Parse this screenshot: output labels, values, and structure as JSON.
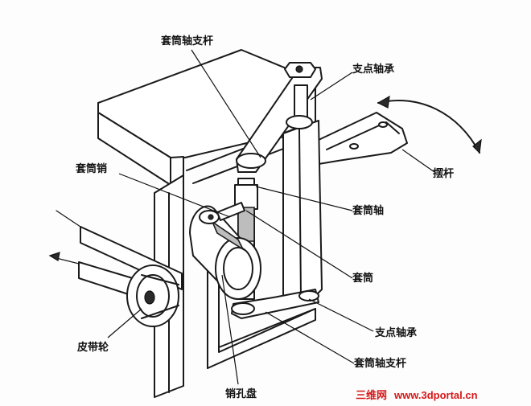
{
  "labels": {
    "sleeve_shaft_support_rod_top": "套筒轴支杆",
    "pivot_bearing_top": "支点轴承",
    "swing_rod": "摆杆",
    "sleeve_pin": "套筒销",
    "sleeve_shaft": "套筒轴",
    "sleeve": "套筒",
    "pivot_bearing_bottom": "支点轴承",
    "sleeve_shaft_support_rod_bottom": "套筒轴支杆",
    "belt_pulley": "皮带轮",
    "pin_hole_disc": "销孔盘"
  },
  "watermark": {
    "brand": "三维网",
    "url": "www.3dportal.cn"
  }
}
